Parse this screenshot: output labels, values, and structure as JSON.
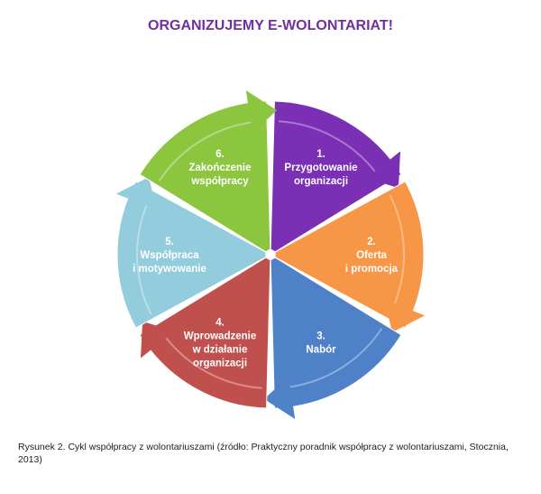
{
  "title": "ORGANIZUJEMY E-WOLONTARIAT!",
  "steps": [
    {
      "number": "1.",
      "lines": [
        "Przygotowanie",
        "organizacji"
      ],
      "color": "#7a2fb4"
    },
    {
      "number": "2.",
      "lines": [
        "Oferta",
        "i promocja"
      ],
      "color": "#f79646"
    },
    {
      "number": "3.",
      "lines": [
        "Nabór"
      ],
      "color": "#4f81c9"
    },
    {
      "number": "4.",
      "lines": [
        "Wprowadzenie",
        "w działanie",
        "organizacji"
      ],
      "color": "#c0504d"
    },
    {
      "number": "5.",
      "lines": [
        "Współpraca",
        "i motywowanie"
      ],
      "color": "#93cddd"
    },
    {
      "number": "6.",
      "lines": [
        "Zakończenie",
        "współpracy"
      ],
      "color": "#8cc63f"
    }
  ],
  "caption": "Rysunek 2. Cykl współpracy z wolontariuszami (źródło: Praktyczny poradnik współpracy z wolontariuszami, Stocznia, 2013)"
}
